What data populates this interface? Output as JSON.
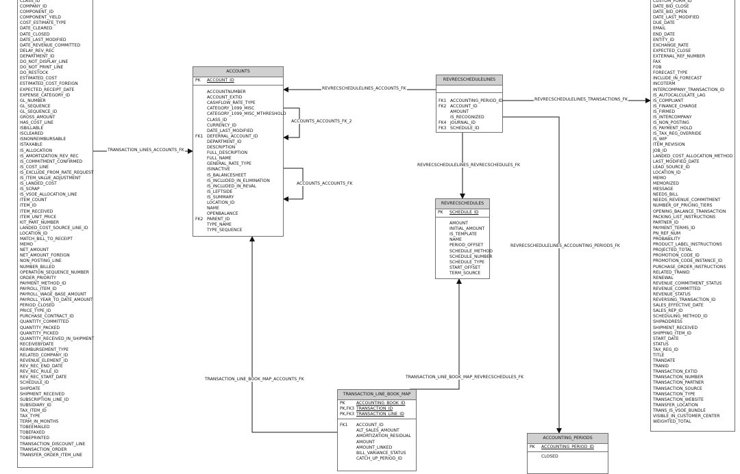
{
  "tables": {
    "left_columns": [
      "CLASS_ID",
      "COMPANY_ID",
      "COMPONENT_ID",
      "COMPONENT_YIELD",
      "COST_ESTIMATE_TYPE",
      "DATE_CLEARED",
      "DATE_CLOSED",
      "DATE_LAST_MODIFIED",
      "DATE_REVENUE_COMMITTED",
      "DELAY_REV_REC",
      "DEPARTMENT_ID",
      "DO_NOT_DISPLAY_LINE",
      "DO_NOT_PRINT_LINE",
      "DO_RESTOCK",
      "ESTIMATED_COST",
      "ESTIMATED_COST_FOREIGN",
      "EXPECTED_RECEIPT_DATE",
      "EXPENSE_CATEGORY_ID",
      "GL_NUMBER",
      "GL_SEQUENCE",
      "GL_SEQUENCE_ID",
      "GROSS_AMOUNT",
      "HAS_COST_LINE",
      "ISBILLABLE",
      "ISCLEARED",
      "ISNONREIMBURSABLE",
      "ISTAXABLE",
      "IS_ALLOCATION",
      "IS_AMORTIZATION_REV_REC",
      "IS_COMMITMENT_CONFIRMED",
      "IS_COST_LINE",
      "IS_EXCLUDE_FROM_RATE_REQUEST",
      "IS_ITEM_VALUE_ADJUSTMENT",
      "IS_LANDED_COST",
      "IS_SCRAP",
      "IS_VSOE_ALLOCATION_LINE",
      "ITEM_COUNT",
      "ITEM_ID",
      "ITEM_RECEIVED",
      "ITEM_UNIT_PRICE",
      "KIT_PART_NUMBER",
      "LANDED_COST_SOURCE_LINE_ID",
      "LOCATION_ID",
      "MATCH_BILL_TO_RECEIPT",
      "MEMO",
      "NET_AMOUNT",
      "NET_AMOUNT_FOREIGN",
      "NON_POSTING_LINE",
      "NUMBER_BILLED",
      "OPERATION_SEQUENCE_NUMBER",
      "ORDER_PRIORITY",
      "PAYMENT_METHOD_ID",
      "PAYROLL_ITEM_ID",
      "PAYROLL_WAGE_BASE_AMOUNT",
      "PAYROLL_YEAR_TO_DATE_AMOUNT",
      "PERIOD_CLOSED",
      "PRICE_TYPE_ID",
      "PURCHASE_CONTRACT_ID",
      "QUANTITY_COMMITTED",
      "QUANTITY_PACKED",
      "QUANTITY_PICKED",
      "QUANTITY_RECEIVED_IN_SHIPMENT",
      "RECEIVEBYDATE",
      "REIMBURSEMENT_TYPE",
      "RELATED_COMPANY_ID",
      "REVENUE_ELEMENT_ID",
      "REV_REC_END_DATE",
      "REV_REC_RULE_ID",
      "REV_REC_START_DATE",
      "SCHEDULE_ID",
      "SHIPDATE",
      "SHIPMENT_RECEIVED",
      "SUBSCRIPTION_LINE_ID",
      "SUBSIDIARY_ID",
      "TAX_ITEM_ID",
      "TAX_TYPE",
      "TERM_IN_MONTHS",
      "TOBEEMAILED",
      "TOBEFAXED",
      "TOBEPRINTED",
      "TRANSACTION_DISCOUNT_LINE",
      "TRANSACTION_ORDER",
      "TRANSFER_ORDER_ITEM_LINE"
    ],
    "right_columns": [
      "CUSTOM_FORM_ID",
      "DATE_BID_CLOSE",
      "DATE_BID_OPEN",
      "DATE_LAST_MODIFIED",
      "DUE_DATE",
      "EMAIL",
      "END_DATE",
      "ENTITY_ID",
      "EXCHANGE_RATE",
      "EXPECTED_CLOSE",
      "EXTERNAL_REF_NUMBER",
      "FAX",
      "FOB",
      "FORECAST_TYPE",
      "INCLUDE_IN_FORECAST",
      "INCOTERM",
      "INTERCOMPANY_TRANSACTION_ID",
      "IS_AUTOCALCULATE_LAG",
      "IS_COMPLIANT",
      "IS_FINANCE_CHARGE",
      "IS_FIRMED",
      "IS_INTERCOMPANY",
      "IS_NON_POSTING",
      "IS_PAYMENT_HOLD",
      "IS_TAX_REG_OVERRIDE",
      "IS_WIP",
      "ITEM_REVISION",
      "JOB_ID",
      "LANDED_COST_ALLOCATION_METHOD",
      "LAST_MODIFIED_DATE",
      "LEAD_SOURCE_ID",
      "LOCATION_ID",
      "MEMO",
      "MEMORIZED",
      "MESSAGE",
      "NEEDS_BILL",
      "NEEDS_REVENUE_COMMITMENT",
      "NUMBER_OF_PRICING_TIERS",
      "OPENING_BALANCE_TRANSACTION",
      "PACKING_LIST_INSTRUCTIONS",
      "PARTNER_ID",
      "PAYMENT_TERMS_ID",
      "PN_REF_NUM",
      "PROBABILITY",
      "PRODUCT_LABEL_INSTRUCTIONS",
      "PROJECTED_TOTAL",
      "PROMOTION_CODE_ID",
      "PROMOTION_CODE_INSTANCE_ID",
      "PURCHASE_ORDER_INSTRUCTIONS",
      "RELATED_TRANID",
      "RENEWAL",
      "REVENUE_COMMITMENT_STATUS",
      "REVENUE_COMMITTED",
      "REVENUE_STATUS",
      "REVERSING_TRANSACTION_ID",
      "SALES_EFFECTIVE_DATE",
      "SALES_REP_ID",
      "SCHEDULING_METHOD_ID",
      "SHIPADDRESS",
      "SHIPMENT_RECEIVED",
      "SHIPPING_ITEM_ID",
      "START_DATE",
      "STATUS",
      "TAX_REG_ID",
      "TITLE",
      "TRANDATE",
      "TRANID",
      "TRANSACTION_EXTID",
      "TRANSACTION_NUMBER",
      "TRANSACTION_PARTNER",
      "TRANSACTION_SOURCE",
      "TRANSACTION_TYPE",
      "TRANSACTION_WEBSITE",
      "TRANSFER_LOCATION",
      "TRANS_IS_VSOE_BUNDLE",
      "VISIBLE_IN_CUSTOMER_CENTER",
      "WEIGHTED_TOTAL"
    ],
    "accounts": {
      "name": "ACCOUNTS",
      "pk_key": "PK",
      "pk_col": "ACCOUNT_ID",
      "cols": [
        {
          "k": "",
          "n": "ACCOUNTNUMBER"
        },
        {
          "k": "",
          "n": "ACCOUNT_EXTID"
        },
        {
          "k": "",
          "n": "CASHFLOW_RATE_TYPE"
        },
        {
          "k": "",
          "n": "CATEGORY_1099_MISC"
        },
        {
          "k": "",
          "n": "CATEGORY_1099_MISC_MTHRESHOLD"
        },
        {
          "k": "",
          "n": "CLASS_ID"
        },
        {
          "k": "",
          "n": "CURRENCY_ID"
        },
        {
          "k": "",
          "n": "DATE_LAST_MODIFIED"
        },
        {
          "k": "FK1",
          "n": "DEFERRAL_ACCOUNT_ID"
        },
        {
          "k": "",
          "n": "DEPARTMENT_ID"
        },
        {
          "k": "",
          "n": "DESCRIPTION"
        },
        {
          "k": "",
          "n": "FULL_DESCRIPTION"
        },
        {
          "k": "",
          "n": "FULL_NAME"
        },
        {
          "k": "",
          "n": "GENERAL_RATE_TYPE"
        },
        {
          "k": "",
          "n": "ISINACTIVE"
        },
        {
          "k": "",
          "n": "IS_BALANCESHEET"
        },
        {
          "k": "",
          "n": "IS_INCLUDED_IN_ELIMINATION"
        },
        {
          "k": "",
          "n": "IS_INCLUDED_IN_REVAL"
        },
        {
          "k": "",
          "n": "IS_LEFTSIDE"
        },
        {
          "k": "",
          "n": "IS_SUMMARY"
        },
        {
          "k": "",
          "n": "LOCATION_ID"
        },
        {
          "k": "",
          "n": "NAME"
        },
        {
          "k": "",
          "n": "OPENBALANCE"
        },
        {
          "k": "FK2",
          "n": "PARENT_ID"
        },
        {
          "k": "",
          "n": "TYPE_NAME"
        },
        {
          "k": "",
          "n": "TYPE_SEQUENCE"
        }
      ]
    },
    "revrecschedulelines": {
      "name": "REVRECSCHEDULELINES",
      "cols": [
        {
          "k": "FK1",
          "n": "ACCOUNTING_PERIOD_ID"
        },
        {
          "k": "FK2",
          "n": "ACCOUNT_ID"
        },
        {
          "k": "",
          "n": "AMOUNT"
        },
        {
          "k": "",
          "n": "IS_RECOGNIZED"
        },
        {
          "k": "FK4",
          "n": "JOURNAL_ID"
        },
        {
          "k": "FK3",
          "n": "SCHEDULE_ID"
        }
      ]
    },
    "revrecschedules": {
      "name": "REVRECSCHEDULES",
      "pk_key": "PK",
      "pk_col": "SCHEDULE_ID",
      "cols": [
        {
          "k": "",
          "n": "AMOUNT"
        },
        {
          "k": "",
          "n": "INITIAL_AMOUNT"
        },
        {
          "k": "",
          "n": "IS_TEMPLATE"
        },
        {
          "k": "",
          "n": "NAME"
        },
        {
          "k": "",
          "n": "PERIOD_OFFSET"
        },
        {
          "k": "",
          "n": "SCHEDULE_METHOD"
        },
        {
          "k": "",
          "n": "SCHEDULE_NUMBER"
        },
        {
          "k": "",
          "n": "SCHEDULE_TYPE"
        },
        {
          "k": "",
          "n": "START_OFFSET"
        },
        {
          "k": "",
          "n": "TERM_SOURCE"
        }
      ]
    },
    "transaction_line_book_map": {
      "name": "TRANSACTION_LINE_BOOK_MAP",
      "pks": [
        {
          "k": "PK",
          "n": "ACCOUNTING_BOOK_ID"
        },
        {
          "k": "PK,FK3",
          "n": "TRANSACTION_ID"
        },
        {
          "k": "PK,FK3",
          "n": "TRANSACTION_LINE_ID"
        }
      ],
      "cols": [
        {
          "k": "FK1",
          "n": "ACCOUNT_ID"
        },
        {
          "k": "",
          "n": "ALT_SALES_AMOUNT"
        },
        {
          "k": "",
          "n": "AMORTIZATION_RESIDUAL"
        },
        {
          "k": "",
          "n": "AMOUNT"
        },
        {
          "k": "",
          "n": "AMOUNT_LINKED"
        },
        {
          "k": "",
          "n": "BILL_VARIANCE_STATUS"
        },
        {
          "k": "",
          "n": "CATCH_UP_PERIOD_ID"
        }
      ]
    },
    "accounting_periods": {
      "name": "ACCOUNTING_PERIODS",
      "pk_key": "PK",
      "pk_col": "ACCOUNTING_PERIOD_ID",
      "cols": [
        {
          "k": "",
          "n": "CLOSED"
        }
      ]
    }
  },
  "relationships": {
    "transaction_lines_accounts_fk": "TRANSACTION_LINES_ACCOUNTS_FK",
    "revrecschedulelines_accounts_fk": "REVRECSCHEDULELINES_ACCOUNTS_FK",
    "revrecschedulelines_transactions_fk": "REVRECSCHEDULELINES_TRANSACTIONS_FK",
    "accounts_accounts_fk_2": "ACCOUNTS_ACCOUNTS_FK_2",
    "accounts_accounts_fk": "ACCOUNTS_ACCOUNTS_FK",
    "revrecschedulelines_revrecschedules_fk": "REVRECSCHEDULELINES_REVRECSCHEDULES_FK",
    "revrecschedulelines_accounting_periods_fk": "REVRECSCHEDULELINES_ACCOUNTING_PERIODS_FK",
    "transaction_line_book_map_accounts_fk": "TRANSACTION_LINE_BOOK_MAP_ACCOUNTS_FK",
    "transaction_line_book_map_revrecschedules_fk": "TRANSACTION_LINE_BOOK_MAP_REVRECSCHEDULES_FK"
  }
}
